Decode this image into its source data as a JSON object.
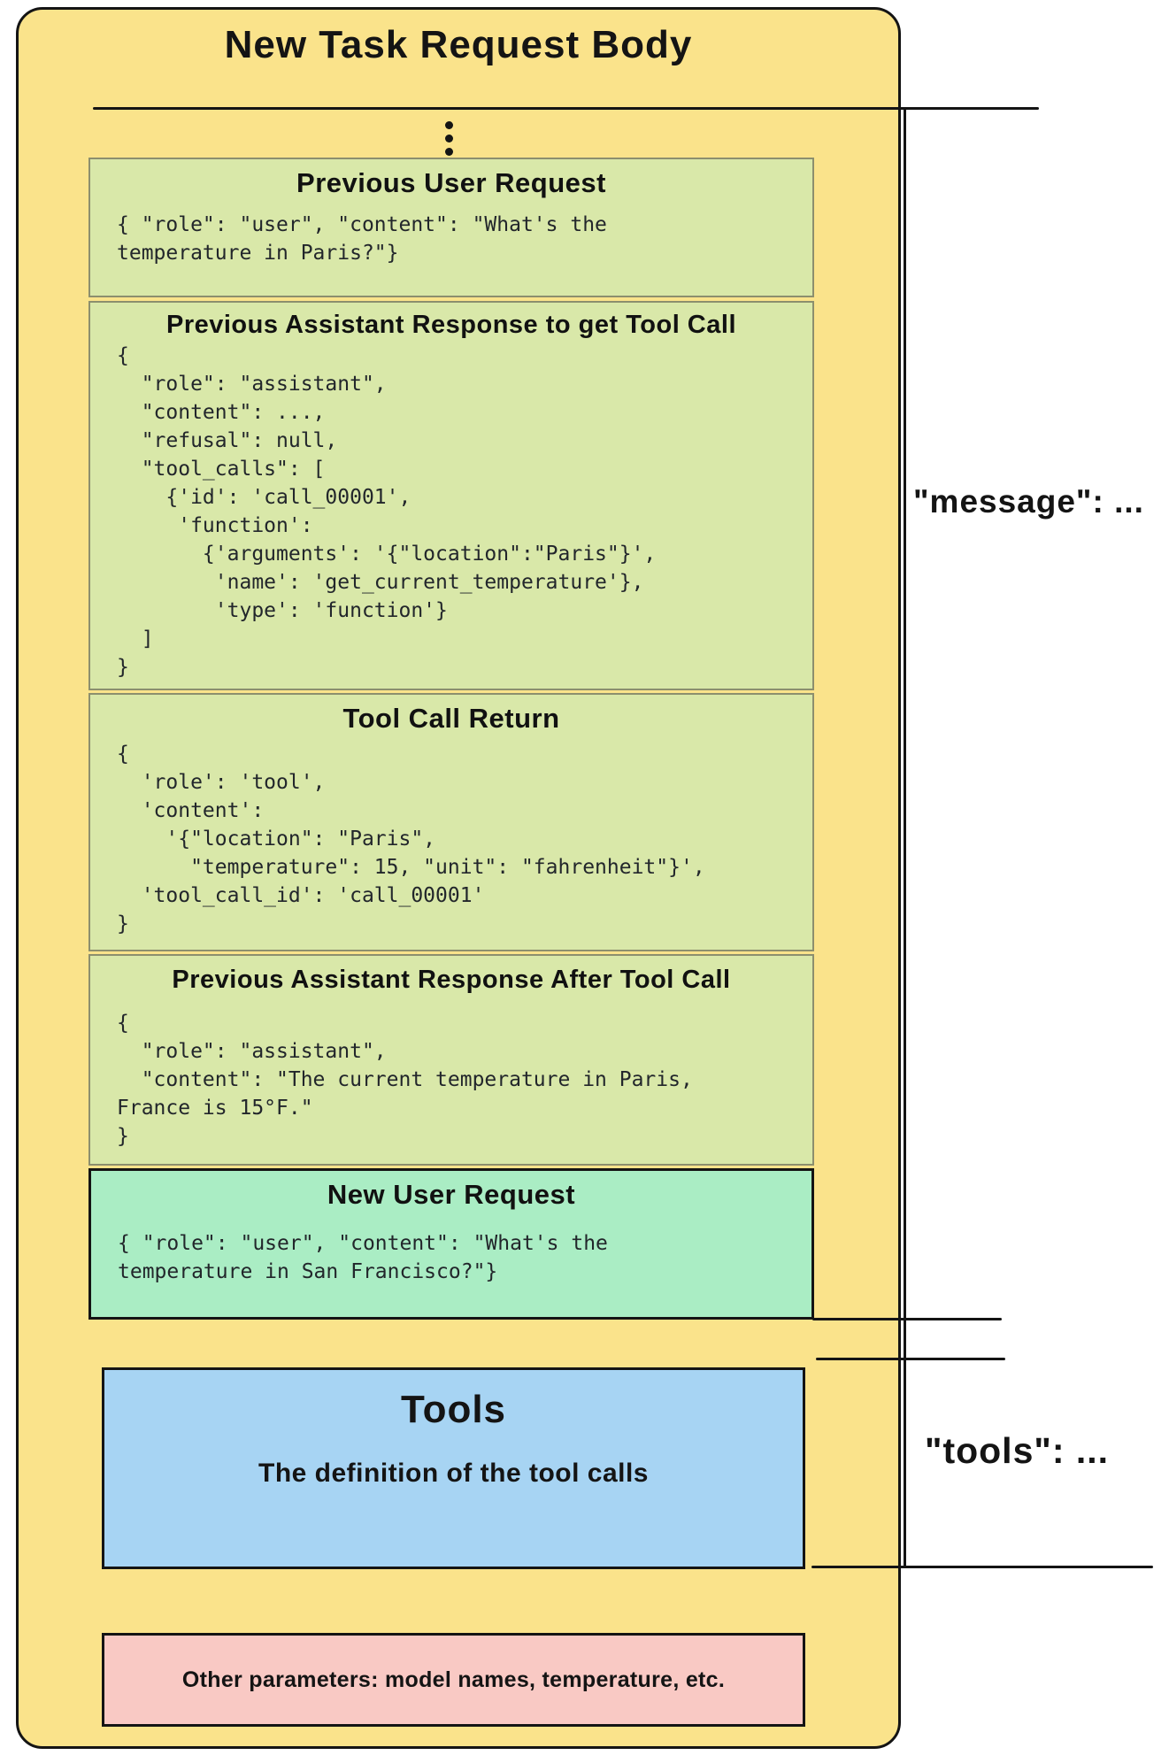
{
  "diagram": {
    "title": "New Task Request Body",
    "annotations": {
      "message": "\"message\": ...",
      "tools": "\"tools\": ..."
    },
    "sections": {
      "previous_user_request": {
        "title": "Previous User Request",
        "code": [
          "{ \"role\": \"user\", \"content\": \"What's the",
          "temperature in Paris?\"}"
        ]
      },
      "previous_assistant_response_tool_call": {
        "title": "Previous Assistant Response to get Tool Call",
        "code": [
          "{",
          "  \"role\": \"assistant\",",
          "  \"content\": ...,",
          "  \"refusal\": null,",
          "  \"tool_calls\": [",
          "    {'id': 'call_00001',",
          "     'function':",
          "       {'arguments': '{\"location\":\"Paris\"}',",
          "        'name': 'get_current_temperature'},",
          "        'type': 'function'}",
          "  ]",
          "}"
        ]
      },
      "tool_call_return": {
        "title": "Tool Call Return",
        "code": [
          "{",
          "  'role': 'tool',",
          "  'content':",
          "    '{\"location\": \"Paris\",",
          "      \"temperature\": 15, \"unit\": \"fahrenheit\"}',",
          "  'tool_call_id': 'call_00001'",
          "}"
        ]
      },
      "previous_assistant_response_after_tool_call": {
        "title": "Previous Assistant Response After Tool Call",
        "code": [
          "{",
          "  \"role\": \"assistant\",",
          "  \"content\": \"The current temperature in Paris,",
          "France is 15°F.\"",
          "}"
        ]
      },
      "new_user_request": {
        "title": "New User Request",
        "code": [
          "{ \"role\": \"user\", \"content\": \"What's the",
          "temperature in San Francisco?\"}"
        ]
      },
      "tools": {
        "title": "Tools",
        "subtitle": "The definition of the tool calls"
      },
      "other_parameters": {
        "text": "Other parameters: model names, temperature, etc."
      }
    },
    "colors": {
      "outer_background": "#FAE38B",
      "message_box": "#D9E8A9",
      "new_request_box": "#AAEDC4",
      "tools_box": "#A7D4F3",
      "params_box": "#F9C9C4",
      "line": "#141414"
    }
  }
}
